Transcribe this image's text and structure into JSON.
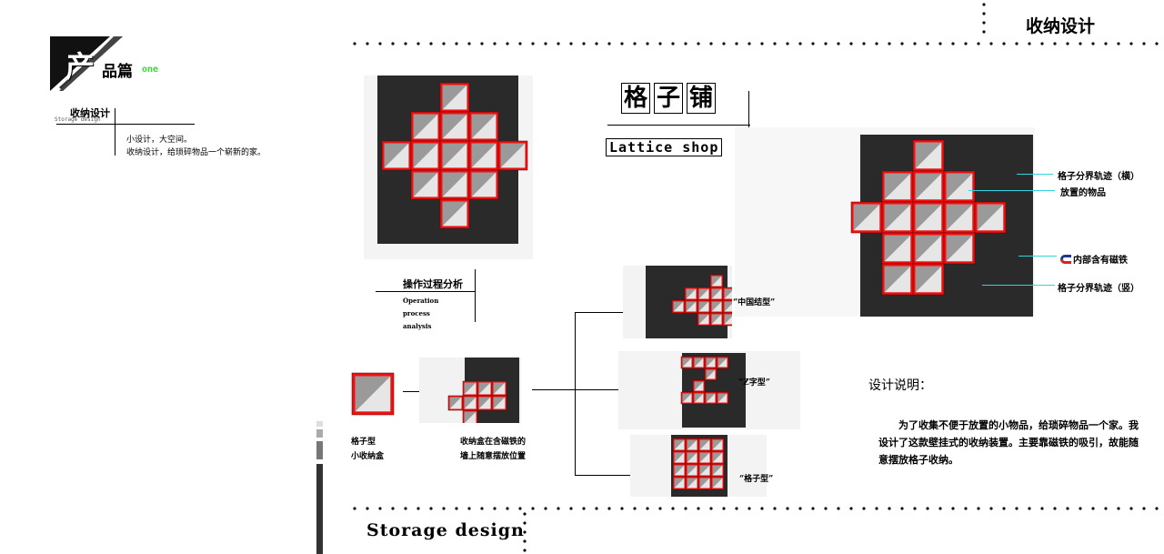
{
  "header": {
    "corner_title": "收纳设计"
  },
  "chapter": {
    "big_char": "产",
    "rest": "品篇",
    "tag": "one",
    "tag_color": "#33dd33"
  },
  "section": {
    "title_cn": "收纳设计",
    "title_en": "Storage design",
    "line1": "小设计，大空间。",
    "line2": "收纳设计，给琐碎物品一个崭新的家。"
  },
  "brand": {
    "title_chars": [
      "格",
      "子",
      "铺"
    ],
    "subtitle": "Lattice shop"
  },
  "annotations": {
    "track_horizontal": "格子分界轨迹（横）",
    "placed_items": "放置的物品",
    "magnet_inside": "内部含有磁铁",
    "track_vertical": "格子分界轨迹（竖）"
  },
  "process": {
    "title_cn": "操作过程分析",
    "title_en": [
      "Operation",
      "process",
      "analysis"
    ]
  },
  "steps": {
    "box_label": [
      "格子型",
      "小收纳盒"
    ],
    "wall_label": [
      "收纳盒在含磁铁的",
      "墙上随意摆放位置"
    ]
  },
  "variants": [
    "“中国结型”",
    "“Z字型”",
    "“格子型”"
  ],
  "description": {
    "title": "设计说明：",
    "body": "为了收集不便于放置的小物品，给琐碎物品一个家。我设计了这款壁挂式的收纳装置。主要靠磁铁的吸引，故能随意摆放格子收纳。"
  },
  "footer": {
    "title": "Storage design"
  },
  "colors": {
    "accent": "#ee1111",
    "panel": "#2a2a2a",
    "guide": "#2fd6e0"
  }
}
